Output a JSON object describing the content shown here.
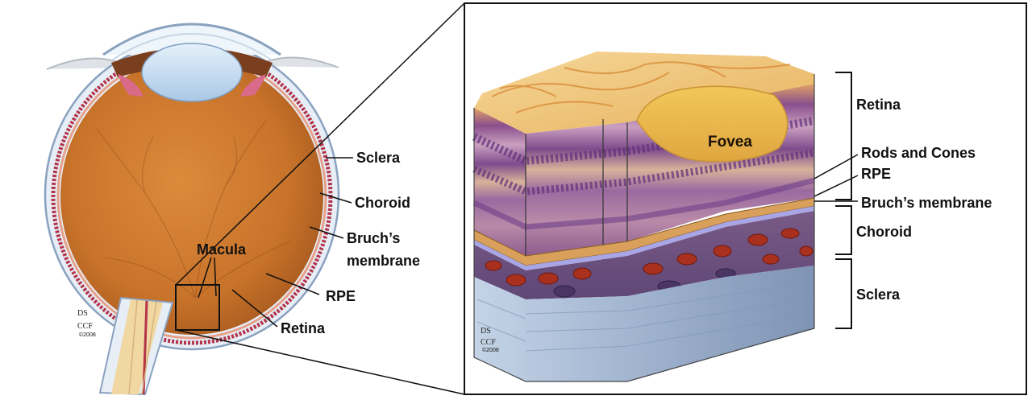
{
  "eye_labels": {
    "sclera": "Sclera",
    "choroid": "Choroid",
    "bruchs_line1": "Bruch’s",
    "bruchs_line2": "membrane",
    "rpe": "RPE",
    "retina": "Retina",
    "macula": "Macula"
  },
  "section_labels": {
    "fovea": "Fovea",
    "retina": "Retina",
    "rods_cones": "Rods and Cones",
    "rpe": "RPE",
    "bruchs": "Bruch’s membrane",
    "choroid": "Choroid",
    "sclera": "Sclera"
  },
  "signature": {
    "initials": "DS",
    "org": "CCF",
    "year": "©2008"
  },
  "colors": {
    "vitreous": "#c8732a",
    "sclera": "#e7eef6",
    "choroid": "#b3344a",
    "retina_surface": "#e8b25a",
    "photoreceptors": "#8a4f8c",
    "blood_vessel": "#a8301c",
    "sclera_block": "#9fb3cf"
  }
}
